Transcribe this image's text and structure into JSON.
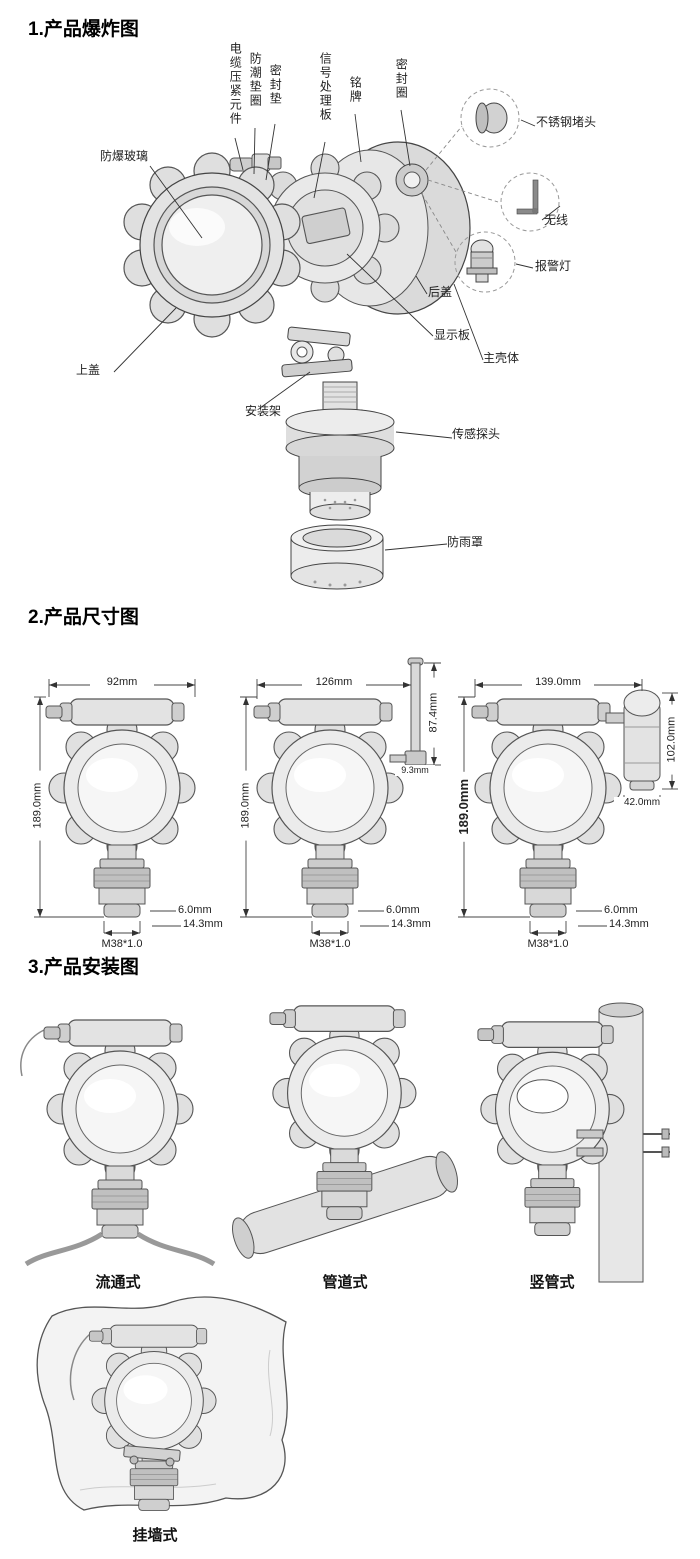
{
  "colors": {
    "ink": "#1a1a1a",
    "line": "#444444",
    "fill_light": "#ececec"
  },
  "titles": {
    "exploded": "1.产品爆炸图",
    "dimensions": "2.产品尺寸图",
    "installation": "3.产品安装图"
  },
  "exploded_labels": {
    "cable_gland": "电缆压紧元件",
    "moisture_gasket": "防潮垫圈",
    "seal_pad": "密封垫",
    "signal_board": "信号处理板",
    "nameplate": "铭牌",
    "seal_ring": "密封圈",
    "explosion_proof_glass": "防爆玻璃",
    "stainless_plug": "不锈钢堵头",
    "wireless": "无线",
    "alarm_light": "报警灯",
    "back_cover": "后盖",
    "display_board": "显示板",
    "main_shell": "主壳体",
    "top_cover": "上盖",
    "mounting_bracket": "安装架",
    "sensor_probe": "传感探头",
    "rain_cover": "防雨罩"
  },
  "dims": {
    "d1": {
      "width": "92mm",
      "height": "189.0mm",
      "step": "6.0mm",
      "base": "14.3mm",
      "thread": "M38*1.0"
    },
    "d2": {
      "width": "126mm",
      "height": "189.0mm",
      "antenna_height": "87.4mm",
      "antenna_width": "9.3mm",
      "step": "6.0mm",
      "base": "14.3mm",
      "thread": "M38*1.0"
    },
    "d3": {
      "width": "139.0mm",
      "height": "189.0mm",
      "probe_height": "102.0mm",
      "probe_width": "42.0mm",
      "step": "6.0mm",
      "base": "14.3mm",
      "thread": "M38*1.0"
    }
  },
  "install_labels": {
    "flow_through": "流通式",
    "pipeline": "管道式",
    "vertical_pipe": "竖管式",
    "wall_mounted": "挂墙式"
  }
}
